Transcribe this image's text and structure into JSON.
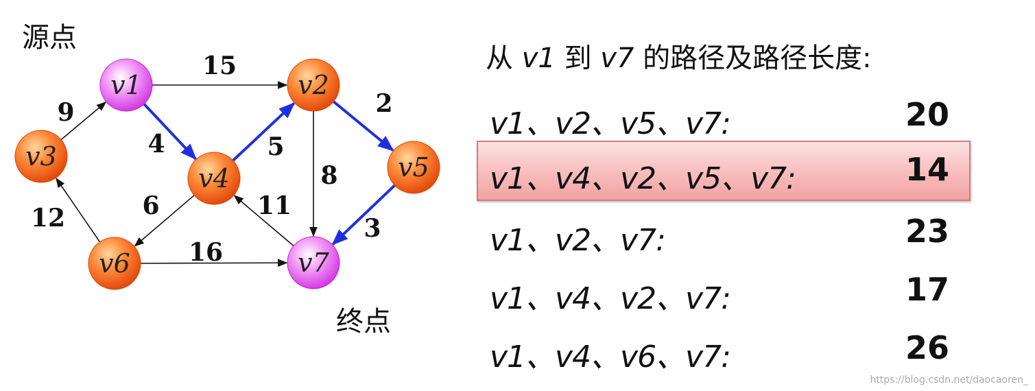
{
  "labels": {
    "source": "源点",
    "sink": "终点"
  },
  "graph": {
    "nodes": [
      {
        "id": "v1",
        "label": "v1",
        "color": "magenta"
      },
      {
        "id": "v2",
        "label": "v2",
        "color": "orange"
      },
      {
        "id": "v3",
        "label": "v3",
        "color": "orange"
      },
      {
        "id": "v4",
        "label": "v4",
        "color": "orange"
      },
      {
        "id": "v5",
        "label": "v5",
        "color": "orange"
      },
      {
        "id": "v6",
        "label": "v6",
        "color": "orange"
      },
      {
        "id": "v7",
        "label": "v7",
        "color": "magenta"
      }
    ],
    "edges": [
      {
        "from": "v1",
        "to": "v2",
        "weight": "15",
        "highlight": false
      },
      {
        "from": "v3",
        "to": "v1",
        "weight": "9",
        "highlight": false
      },
      {
        "from": "v1",
        "to": "v4",
        "weight": "4",
        "highlight": true
      },
      {
        "from": "v4",
        "to": "v2",
        "weight": "5",
        "highlight": true
      },
      {
        "from": "v2",
        "to": "v5",
        "weight": "2",
        "highlight": true
      },
      {
        "from": "v2",
        "to": "v7",
        "weight": "8",
        "highlight": false
      },
      {
        "from": "v5",
        "to": "v7",
        "weight": "3",
        "highlight": true
      },
      {
        "from": "v7",
        "to": "v4",
        "weight": "11",
        "highlight": false
      },
      {
        "from": "v4",
        "to": "v6",
        "weight": "6",
        "highlight": false
      },
      {
        "from": "v6",
        "to": "v3",
        "weight": "12",
        "highlight": false
      },
      {
        "from": "v6",
        "to": "v7",
        "weight": "16",
        "highlight": false
      }
    ]
  },
  "panel": {
    "title_prefix": "从",
    "title_from": "v1",
    "title_mid": "到",
    "title_to": "v7",
    "title_suffix": "的路径及路径长度:",
    "rows": [
      {
        "path": "v1、v2、v5、v7:",
        "length": "20",
        "highlighted": false
      },
      {
        "path": "v1、v4、v2、v5、v7:",
        "length": "14",
        "highlighted": true
      },
      {
        "path": "v1、v2、v7:",
        "length": "23",
        "highlighted": false
      },
      {
        "path": "v1、v4、v2、v7:",
        "length": "17",
        "highlighted": false
      },
      {
        "path": "v1、v4、v6、v7:",
        "length": "26",
        "highlighted": false
      }
    ]
  },
  "watermark": "https://blog.csdn.net/daocaoren_",
  "colors": {
    "highlight_edge": "#1f2fe0",
    "normal_edge": "#111111",
    "orange_node": "#f05a10",
    "magenta_node": "#e040e8"
  }
}
